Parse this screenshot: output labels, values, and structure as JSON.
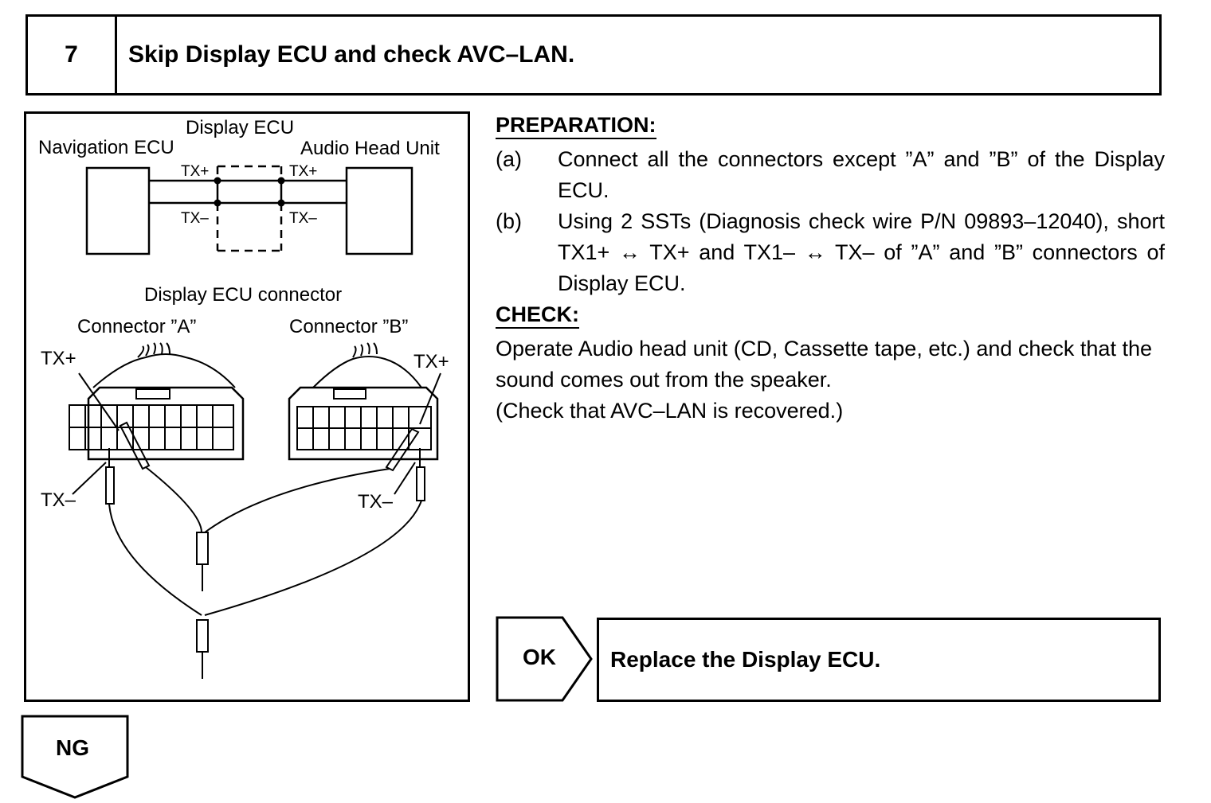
{
  "step": {
    "number": "7",
    "title": "Skip Display ECU and check AVC–LAN."
  },
  "diagram": {
    "display_ecu": "Display ECU",
    "navigation_ecu": "Navigation ECU",
    "audio_head_unit": "Audio Head Unit",
    "tx_plus": "TX+",
    "tx_minus": "TX–",
    "connector_title": "Display ECU connector",
    "connector_a": "Connector ”A”",
    "connector_b": "Connector ”B”"
  },
  "preparation": {
    "heading": "PREPARATION:",
    "items": [
      {
        "marker": "(a)",
        "text": "Connect all the connectors except ”A” and ”B” of the Display ECU."
      },
      {
        "marker": "(b)",
        "text": "Using 2 SSTs (Diagnosis check wire P/N 09893–12040), short TX1+ ↔ TX+ and TX1– ↔ TX– of ”A” and ”B” connectors of Display ECU."
      }
    ]
  },
  "check": {
    "heading": "CHECK:",
    "lines": [
      "Operate Audio head unit (CD, Cassette tape, etc.) and check that the sound comes out from the speaker.",
      "(Check that AVC–LAN is recovered.)"
    ]
  },
  "results": {
    "ok_label": "OK",
    "ok_action": "Replace the Display ECU.",
    "ng_label": "NG"
  }
}
